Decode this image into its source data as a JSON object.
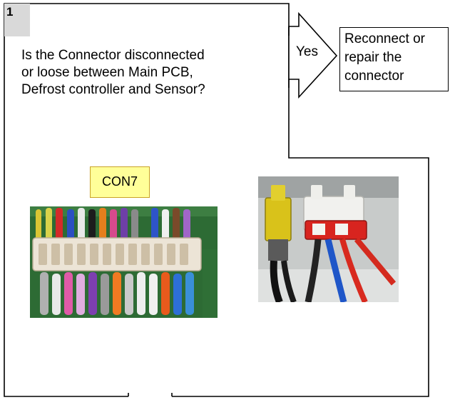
{
  "step": {
    "number": "1"
  },
  "question": {
    "lines": [
      "Is the Connector disconnected",
      "or loose between Main PCB,",
      "Defrost controller and Sensor?"
    ]
  },
  "branch": {
    "yes_label": "Yes"
  },
  "action": {
    "lines": [
      "Reconnect or",
      "repair the",
      "connector"
    ]
  },
  "photos": {
    "con7": {
      "label": "CON7"
    }
  },
  "colors": {
    "label_fill": "#ffff99",
    "badge_fill": "#d9d9d9",
    "line": "#000000"
  }
}
